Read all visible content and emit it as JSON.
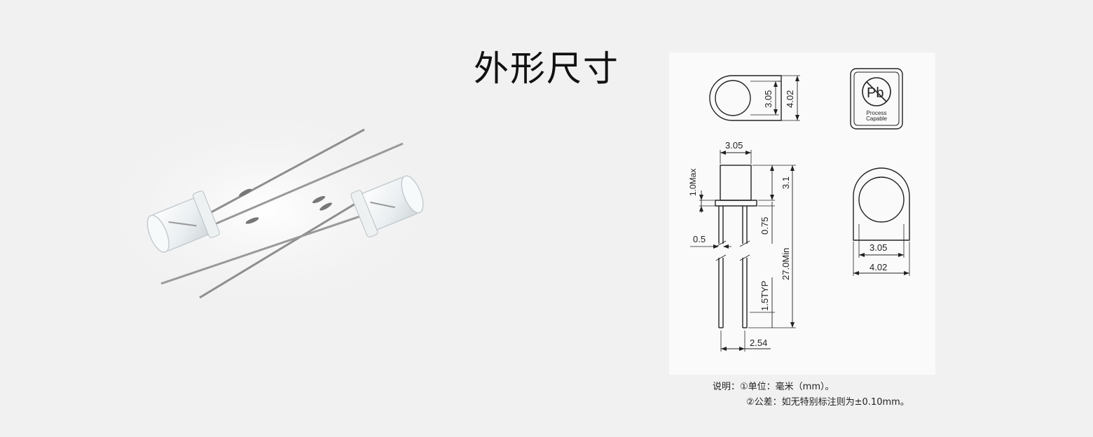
{
  "title": "外形尺寸",
  "badge": {
    "symbol": "Pb",
    "line1": "Process",
    "line2": "Capable"
  },
  "dimensions": {
    "top_inner": "3.05",
    "top_outer": "4.02",
    "body_width": "3.05",
    "flange_max": "1.0Max",
    "body_height": "3.1",
    "lead_width": "0.5",
    "flange_offset": "0.75",
    "lead_length": "27.0Min",
    "typ": "1.5TYP",
    "pitch": "2.54",
    "bottom_inner": "3.05",
    "bottom_outer": "4.02"
  },
  "notes": {
    "line1": "说明：①单位：毫米（mm）。",
    "line2": "②公差：如无特别标注则为±0.10mm。"
  }
}
